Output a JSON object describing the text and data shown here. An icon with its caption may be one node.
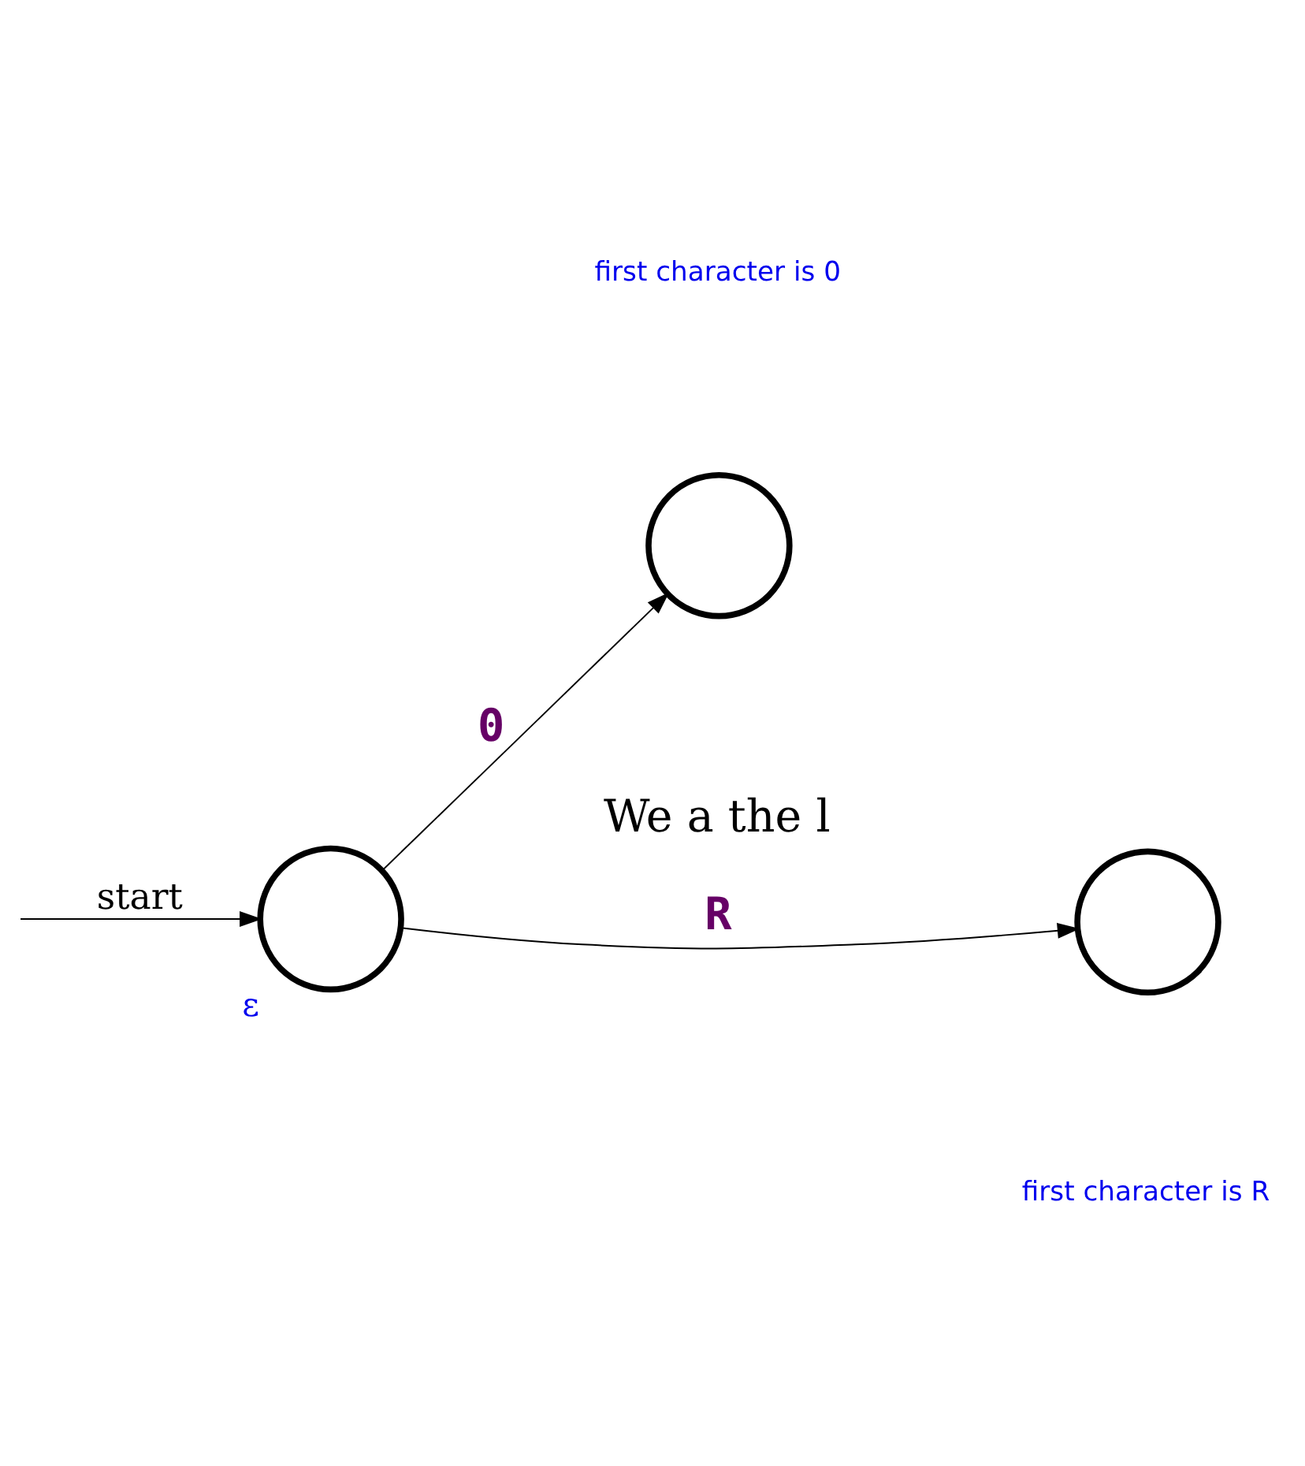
{
  "diagram": {
    "nodes": [
      {
        "text": [],
        "shape": "circle",
        "beside": [
          "ε"
        ]
      },
      {
        "text": [],
        "shape": "circle"
      },
      {
        "text": [],
        "shape": "circle"
      }
    ],
    "edges": [
      {
        "from": null,
        "to": 0,
        "arrow": "to",
        "label": "start"
      },
      {
        "from": 0,
        "to": 1,
        "arrow": "to",
        "label": "0"
      },
      {
        "from": 0,
        "to": 2,
        "arrow": "to",
        "label": "R"
      }
    ],
    "labels": [
      "first character is 0",
      "We a the l",
      "first character is R"
    ]
  }
}
